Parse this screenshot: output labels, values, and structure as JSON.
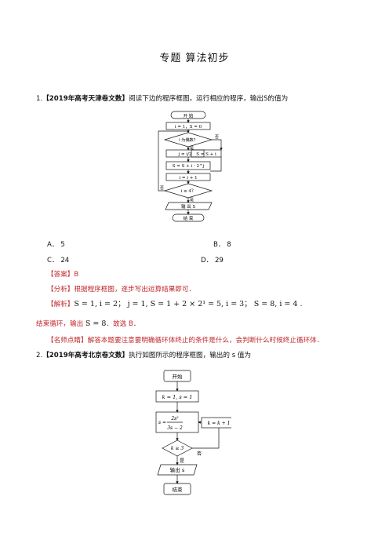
{
  "title": "专题   算法初步",
  "q1": {
    "number": "1.",
    "source": "【2019年高考天津卷文数】",
    "text": "阅读下边的程序框图，运行相应的程序，输出S的值为",
    "flow": {
      "start": "开  始",
      "init": "i = 1，S = 0",
      "cond1": "i 为偶数？",
      "no1": "否",
      "yes1": "是",
      "assign_j": "j = i/2",
      "assign_s_odd": "S = S + i",
      "assign_s_even": "S = S + i · 2^j",
      "inc": "i = i + 1",
      "cond2": "i ≥ 4？",
      "no2": "否",
      "yes2": "是",
      "output": "输  出  S",
      "end": "结  束"
    },
    "options": [
      {
        "key": "A．",
        "value": "5"
      },
      {
        "key": "B．",
        "value": "8"
      },
      {
        "key": "C．",
        "value": "24"
      },
      {
        "key": "D．",
        "value": "29"
      }
    ],
    "answer_tag": "【答案】",
    "answer": "B",
    "analysis_tag": "【分析】",
    "analysis": "根据程序框图，逐步写出运算结果即可．",
    "solution_tag": "【解析】",
    "solution_math": "S = 1, i = 2；  j = 1, S = 1 + 2 × 2¹ = 5, i = 3；  S = 8, i = 4 .",
    "conclusion_a": "结束循环，输出",
    "conclusion_math": "S = 8",
    "conclusion_b": "．故选 B．",
    "comment_tag": "【名师点睛】",
    "comment": "解答本题要注意要明确循环体终止的条件是什么，会判断什么时候终止循环体．"
  },
  "q2": {
    "number": "2.",
    "source": "【2019年高考北京卷文数】",
    "text": "执行如图所示的程序框图，输出的 s 值为",
    "flow": {
      "start": "开始",
      "init": "k = 1, s = 1",
      "s_label": "s =",
      "frac_num": "2s²",
      "frac_den": "3s − 2",
      "assign_k": "k = k + 1",
      "cond": "k ≥ 3",
      "no": "否",
      "yes": "是",
      "output": "输出 s",
      "end": "结束"
    }
  }
}
